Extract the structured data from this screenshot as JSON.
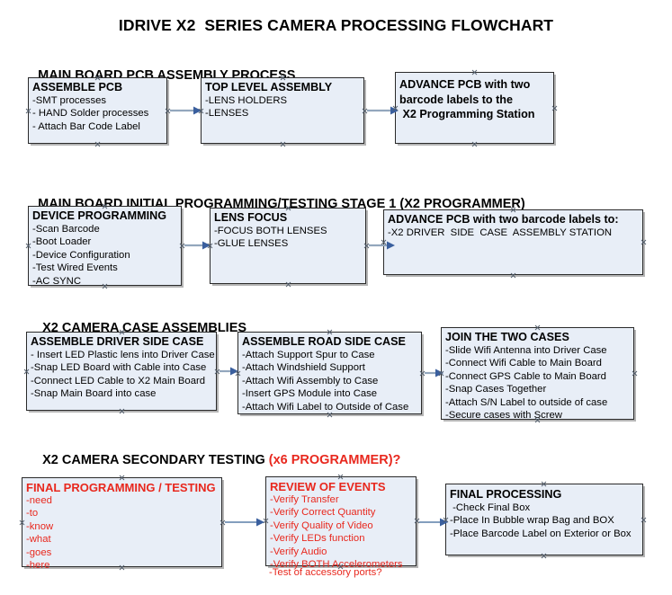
{
  "document": {
    "title": "IDRIVE X2  SERIES CAMERA PROCESSING FLOWCHART"
  },
  "colors": {
    "box_fill": "#e8eef7",
    "box_border": "#2a2a2a",
    "accent_red": "#e8281e",
    "arrow_line": "#93a7bd",
    "arrow_head": "#3a5f9e",
    "text": "#000000"
  },
  "sections": [
    {
      "id": "main-board-pcb-assembly",
      "heading": "MAIN BOARD PCB ASSEMBLY PROCESS",
      "heading_accent": "",
      "boxes": [
        {
          "id": "assemble-pcb",
          "title": "ASSEMBLE PCB",
          "title_lines": [
            "ASSEMBLE PCB"
          ],
          "lines": [
            "-SMT processes",
            "- HAND Solder processes",
            "- Attach Bar Code Label"
          ]
        },
        {
          "id": "top-level-assembly",
          "title": "TOP LEVEL ASSEMBLY",
          "title_lines": [
            "TOP LEVEL ASSEMBLY"
          ],
          "lines": [
            "-LENS HOLDERS",
            "-LENSES"
          ]
        },
        {
          "id": "advance-pcb-programming-station",
          "title": "ADVANCE PCB with two barcode labels to the  X2 Programming Station",
          "title_lines": [
            "ADVANCE PCB with two",
            "barcode labels to the",
            " X2 Programming Station"
          ],
          "lines": []
        }
      ]
    },
    {
      "id": "main-board-initial-programming",
      "heading": "MAIN BOARD INITIAL PROGRAMMING/TESTING STAGE 1 (X2 PROGRAMMER)",
      "heading_accent": "",
      "boxes": [
        {
          "id": "device-programming",
          "title": "DEVICE PROGRAMMING",
          "title_lines": [
            "DEVICE PROGRAMMING"
          ],
          "lines": [
            "-Scan Barcode",
            "-Boot Loader",
            "-Device Configuration",
            "-Test Wired Events",
            "-AC SYNC"
          ]
        },
        {
          "id": "lens-focus",
          "title": "LENS FOCUS",
          "title_lines": [
            "LENS FOCUS"
          ],
          "lines": [
            "-FOCUS BOTH LENSES",
            "-GLUE LENSES"
          ]
        },
        {
          "id": "advance-pcb-driver-side",
          "title": "ADVANCE PCB with two barcode labels to:",
          "title_lines": [
            "ADVANCE PCB with two barcode labels to:"
          ],
          "lines": [
            "-X2 DRIVER  SIDE  CASE  ASSEMBLY STATION"
          ]
        }
      ]
    },
    {
      "id": "x2-camera-case-assemblies",
      "heading": "X2 CAMERA CASE ASSEMBLIES",
      "heading_accent": "",
      "boxes": [
        {
          "id": "assemble-driver-side-case",
          "title": "ASSEMBLE DRIVER SIDE CASE",
          "title_lines": [
            "ASSEMBLE DRIVER SIDE CASE"
          ],
          "lines": [
            "- Insert LED Plastic lens into Driver Case",
            "-Snap LED Board with Cable into Case",
            "-Connect LED Cable to X2 Main Board",
            "-Snap Main Board into case"
          ]
        },
        {
          "id": "assemble-road-side-case",
          "title": "ASSEMBLE ROAD SIDE CASE",
          "title_lines": [
            "ASSEMBLE ROAD SIDE CASE"
          ],
          "lines": [
            "-Attach Support Spur to Case",
            "-Attach Windshield Support",
            "-Attach Wifi Assembly to Case",
            "-Insert GPS Module into Case",
            "-Attach Wifi Label to Outside of Case"
          ]
        },
        {
          "id": "join-the-two-cases",
          "title": "JOIN THE TWO CASES",
          "title_lines": [
            "JOIN THE TWO CASES"
          ],
          "lines": [
            "-Slide Wifi Antenna into Driver Case",
            "-Connect Wifi Cable to Main Board",
            "-Connect GPS Cable to Main Board",
            "-Snap Cases Together",
            "-Attach S/N Label to outside of case",
            "-Secure cases with Screw"
          ]
        }
      ]
    },
    {
      "id": "x2-camera-secondary-testing",
      "heading": "X2 CAMERA SECONDARY TESTING ",
      "heading_accent": "(x6 PROGRAMMER)?",
      "boxes": [
        {
          "id": "final-programming-testing",
          "title": "FINAL PROGRAMMING / TESTING",
          "title_lines": [
            "FINAL PROGRAMMING / TESTING"
          ],
          "lines": [
            "-need",
            "-to",
            "-know",
            "-what",
            "-goes",
            "-here"
          ]
        },
        {
          "id": "review-of-events",
          "title": "REVIEW OF EVENTS",
          "title_lines": [
            "REVIEW OF EVENTS"
          ],
          "lines": [
            "-Verify Transfer",
            "-Verify Correct Quantity",
            "-Verify Quality of Video",
            "-Verify LEDs function",
            "-Verify Audio",
            "-Verify BOTH Accelerometers"
          ],
          "overflow_line": "-Test of accessory ports?"
        },
        {
          "id": "final-processing",
          "title": "FINAL PROCESSING",
          "title_lines": [
            "FINAL PROCESSING"
          ],
          "lines": [
            " -Check Final Box",
            "-Place In Bubble wrap Bag and BOX",
            "-Place Barcode Label on Exterior or Box"
          ]
        }
      ]
    }
  ]
}
